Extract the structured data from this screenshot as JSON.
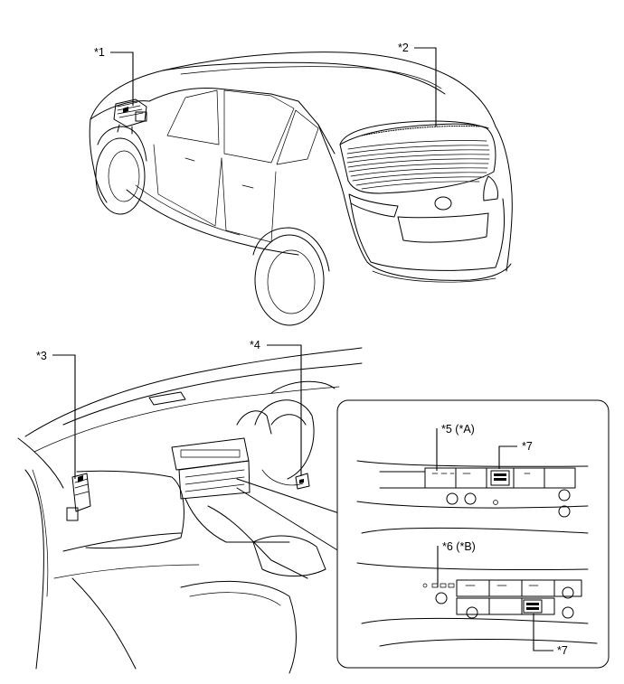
{
  "callouts": {
    "c1": "*1",
    "c2": "*2",
    "c3": "*3",
    "c4": "*4",
    "c5": "*5 (*A)",
    "c6": "*6 (*B)",
    "c7a": "*7",
    "c7b": "*7"
  },
  "colors": {
    "line": "#000000",
    "background": "#ffffff"
  }
}
